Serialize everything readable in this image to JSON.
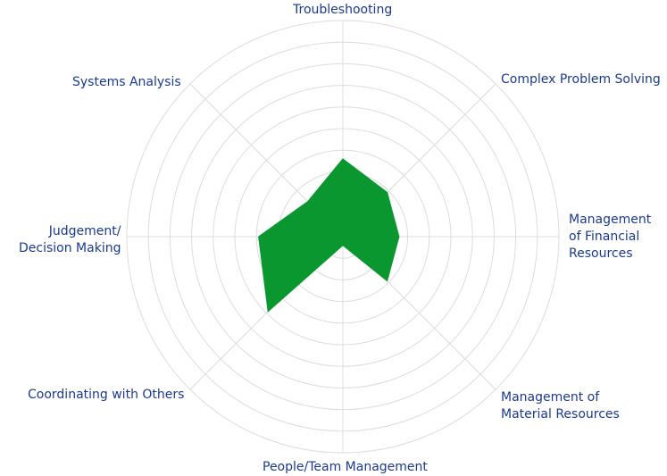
{
  "chart_data": {
    "type": "radar",
    "axes": [
      "Troubleshooting",
      "Complex Problem Solving",
      "Management\nof Financial\nResources",
      "Management of\nMaterial Resources",
      "People/Team Management",
      "Coordinating with Others",
      "Judgement/\nDecision Making",
      "Systems Analysis"
    ],
    "values": [
      36,
      29,
      26,
      29,
      4,
      49,
      39,
      23
    ],
    "rlim": [
      0,
      100
    ],
    "rings": 10,
    "grid": true,
    "colors": {
      "fill": "#0b972f",
      "grid": "#dcdcdc",
      "label": "#1b3a8f"
    }
  }
}
